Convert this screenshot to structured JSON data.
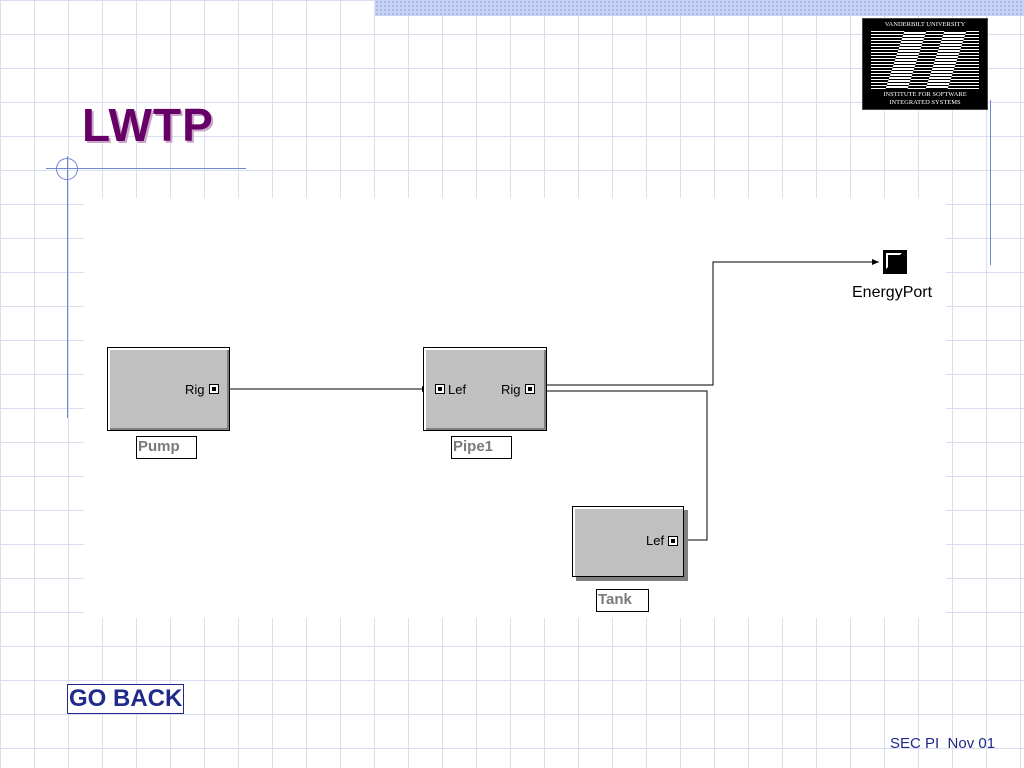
{
  "slide": {
    "title": "LWTP",
    "footer": "SEC PI  Nov 01",
    "go_back_label": "GO BACK"
  },
  "logo": {
    "top_text": "VANDERBILT UNIVERSITY",
    "bottom_text_line1": "INSTITUTE FOR SOFTWARE",
    "bottom_text_line2": "INTEGRATED SYSTEMS"
  },
  "diagram": {
    "blocks": [
      {
        "id": "pump",
        "name": "Pump",
        "ports": [
          {
            "label": "Rig",
            "side": "right"
          }
        ]
      },
      {
        "id": "pipe1",
        "name": "Pipe1",
        "ports": [
          {
            "label": "Lef",
            "side": "left"
          },
          {
            "label": "Rig",
            "side": "right"
          }
        ]
      },
      {
        "id": "tank",
        "name": "Tank",
        "ports": [
          {
            "label": "Lef",
            "side": "right"
          }
        ]
      }
    ],
    "energy_port": {
      "label": "EnergyPort"
    },
    "connections": [
      {
        "from": "pump.Rig",
        "to": "pipe1.Lef"
      },
      {
        "from": "pipe1.Rig",
        "to": "EnergyPort"
      },
      {
        "from": "pipe1.Rig",
        "to": "tank.Lef"
      }
    ]
  },
  "colors": {
    "title": "#660066",
    "link": "#1f2a8a",
    "block_fill": "#c0c0c0",
    "grid": "#d9def0"
  }
}
